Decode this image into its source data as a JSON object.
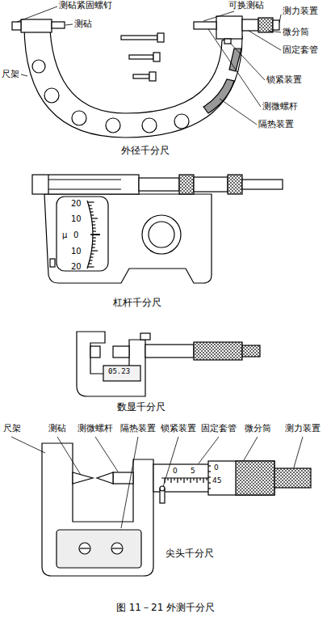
{
  "diagram": {
    "caption": "图 11－21 外测千分尺",
    "labels": [
      "测砧紧固螺钉",
      "测砧",
      "可换测砧",
      "测力装置",
      "微分筒",
      "固定套管",
      "尺架",
      "锁紧装置",
      "测微螺杆",
      "隔热装置",
      "外径千分尺",
      "20",
      "10",
      "μ",
      "0",
      "10",
      "20",
      "杠杆千分尺",
      "05.23",
      "数显千分尺",
      "尺架",
      "测砧",
      "测微螺杆",
      "隔热装置",
      "锁紧装置",
      "固定套管",
      "微分筒",
      "测力装置",
      "0",
      "5",
      "0",
      "45",
      "尖头千分尺"
    ]
  }
}
